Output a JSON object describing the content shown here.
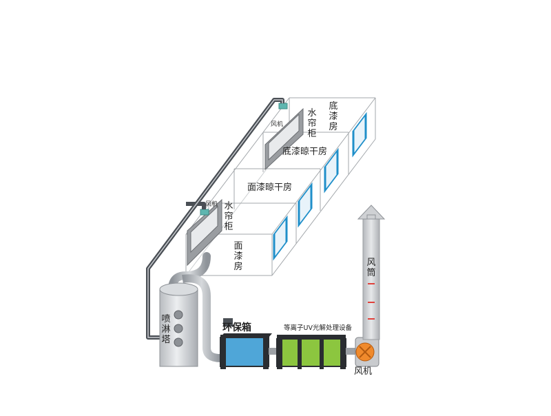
{
  "labels": {
    "base_paint_room": "底漆房",
    "water_curtain_top": "水帘柜",
    "fan_top": "风机",
    "base_drying_room": "底漆晾干房",
    "top_drying_room": "面漆晾干房",
    "fan_mid": "风机",
    "water_curtain_bottom": "水帘柜",
    "top_paint_room": "面漆房",
    "spray_tower": "喷淋塔",
    "env_box": "环保箱",
    "uv_equipment": "等离子UV光解处理设备",
    "chimney": "风筒",
    "fan_bottom": "风机"
  },
  "colors": {
    "duct": "#4a4f55",
    "room_line": "#9a9ea3",
    "door_blue": "#1f8fc9",
    "uv_green": "#8cc63f",
    "box_blue": "#4fa6d8",
    "fan_orange": "#f08a2c",
    "chimney_grey": "#c9cbce"
  }
}
